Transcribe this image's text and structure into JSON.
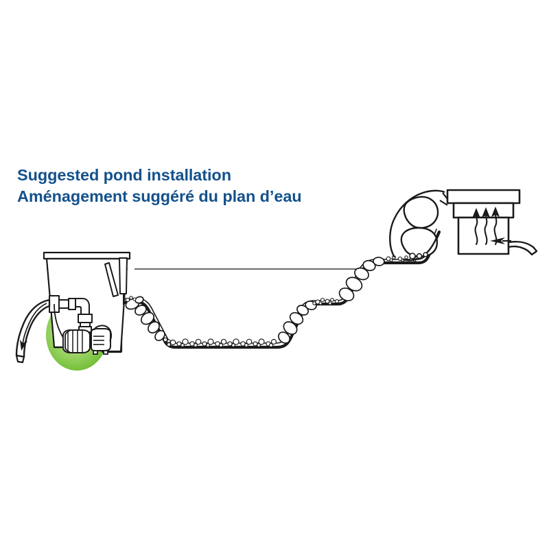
{
  "title": {
    "line_en": "Suggested pond installation",
    "line_fr": "Aménagement suggéré du plan d’eau",
    "color": "#14518C"
  },
  "diagram": {
    "type": "technical-illustration",
    "subject": "pond cross-section installation schematic",
    "stroke_color": "#1a1a1a",
    "fill_color": "#ffffff",
    "highlight_color_center": "#b8dd8a",
    "highlight_color_edge": "#77c043",
    "waterline_color": "#3a3a3a",
    "components": [
      {
        "id": "skimmer-box",
        "label": "skimmer",
        "position": "left",
        "description": "tapered rectangular skimmer housing with top rim, weir door and outlet fitting"
      },
      {
        "id": "pump",
        "label": "pump",
        "position": "inside skimmer",
        "description": "submersible pump with cylindrical intake strainer and motor housing",
        "highlighted": true
      },
      {
        "id": "plumbing",
        "label": "plumbing",
        "description": "bulkhead fitting, elbow and vertical union pipe from pump to skimmer wall"
      },
      {
        "id": "outlet-hose",
        "label": "outlet hose",
        "position": "far left",
        "description": "flexible hose curving down and left with flow arrow"
      },
      {
        "id": "pond-liner",
        "label": "pond liner",
        "description": "stepped excavation profile with shelves, lined and covered with gravel"
      },
      {
        "id": "gravel-bottom",
        "label": "gravel",
        "description": "small round stones covering the pond floor"
      },
      {
        "id": "boulders",
        "label": "rocks",
        "description": "larger oval boulders stacked on the sloping shelves and waterfall lip"
      },
      {
        "id": "waterfall-filter",
        "label": "waterfall filter box",
        "position": "top right",
        "description": "stepped filter vessel with lid, three wavy upflow arrows and hose inlet"
      },
      {
        "id": "inlet-hose",
        "label": "inlet hose",
        "position": "right of filter box",
        "description": "hose entering the filter box with flow arrow pointing left"
      },
      {
        "id": "waterline",
        "label": "water level",
        "description": "thin horizontal line spanning the pond at the static water level"
      }
    ],
    "flow_arrows": [
      {
        "id": "arrow-outlet",
        "direction": "down-left",
        "location": "outlet hose"
      },
      {
        "id": "arrow-inlet",
        "direction": "left",
        "location": "filter box inlet"
      },
      {
        "id": "arrow-upflow-1",
        "direction": "up",
        "location": "filter box interior"
      },
      {
        "id": "arrow-upflow-2",
        "direction": "up",
        "location": "filter box interior"
      },
      {
        "id": "arrow-upflow-3",
        "direction": "up",
        "location": "filter box interior"
      }
    ]
  }
}
